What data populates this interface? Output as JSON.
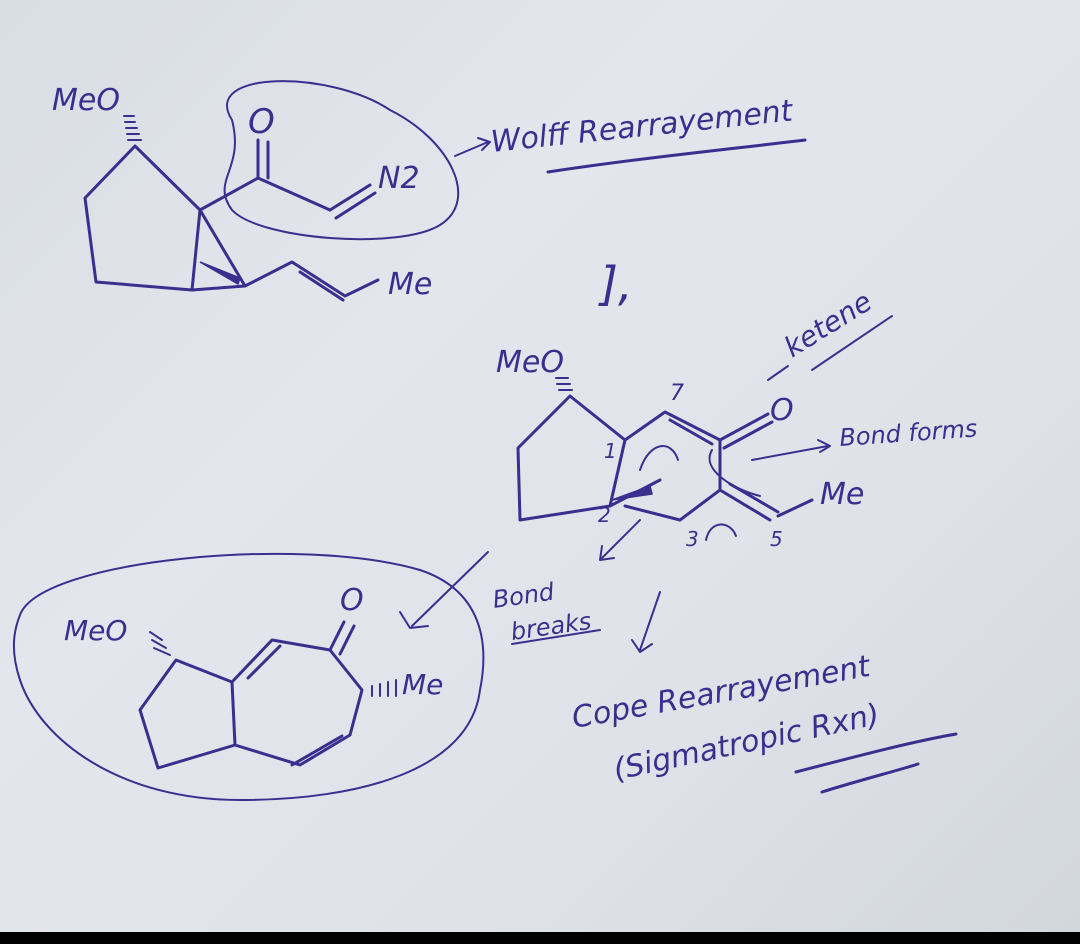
{
  "colors": {
    "ink": "#3a2f8f",
    "paper": "#dfe2e8"
  },
  "top_structure": {
    "meo": "MeO",
    "carbonyl_o": "O",
    "diazo": "N2",
    "alkene_me": "Me"
  },
  "wolff_annotation": "Wolff Rearrayement",
  "arrow_mark": "],",
  "middle_structure": {
    "meo": "MeO",
    "ketene_o": "O",
    "label_7": "7",
    "label_1": "1",
    "label_2": "2",
    "label_3": "3",
    "label_5": "5",
    "me": "Me"
  },
  "ketene_annotation": "ketene",
  "bond_forms_annotation": "Bond forms",
  "bond_breaks_line1": "Bond",
  "bond_breaks_line2": "breaks",
  "cope_line1": "Cope Rearrayement",
  "cope_line2": "(Sigmatropic Rxn)",
  "product_structure": {
    "meo": "MeO",
    "carbonyl_o": "O",
    "me": "Me"
  }
}
